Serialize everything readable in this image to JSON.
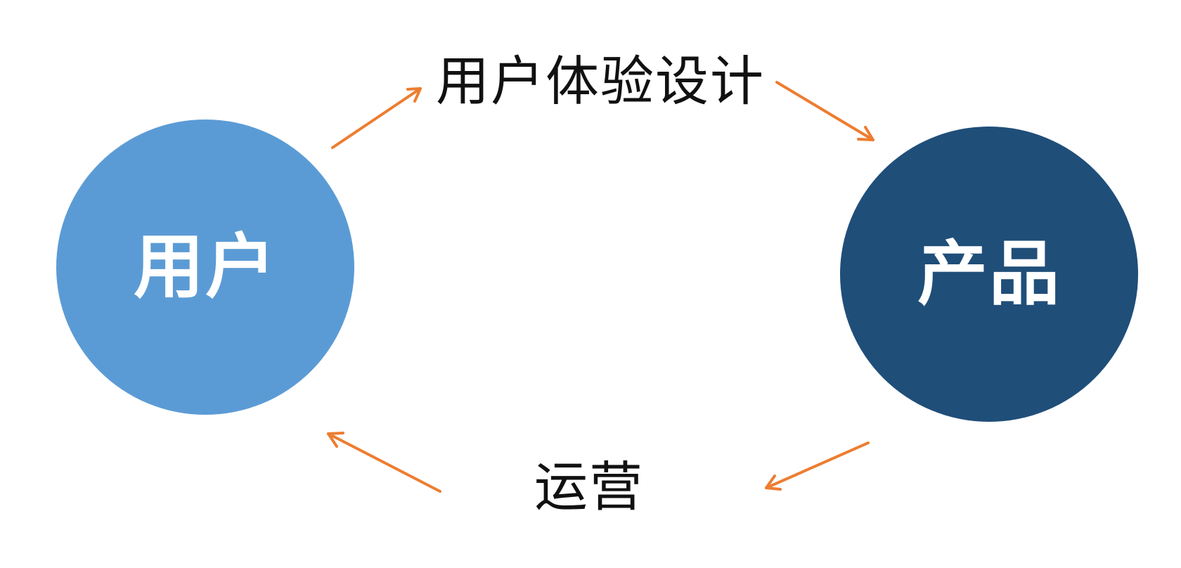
{
  "diagram": {
    "nodes": {
      "users": {
        "label": "用户",
        "color": "#5b9bd5"
      },
      "product": {
        "label": "产品",
        "color": "#1f4e79"
      }
    },
    "edges": {
      "ux_design": {
        "label": "用户体验设计",
        "from": "users",
        "to": "product"
      },
      "operations": {
        "label": "运营",
        "from": "product",
        "to": "users"
      }
    },
    "arrow_color": "#ed7d31",
    "text_color": "#111111"
  }
}
